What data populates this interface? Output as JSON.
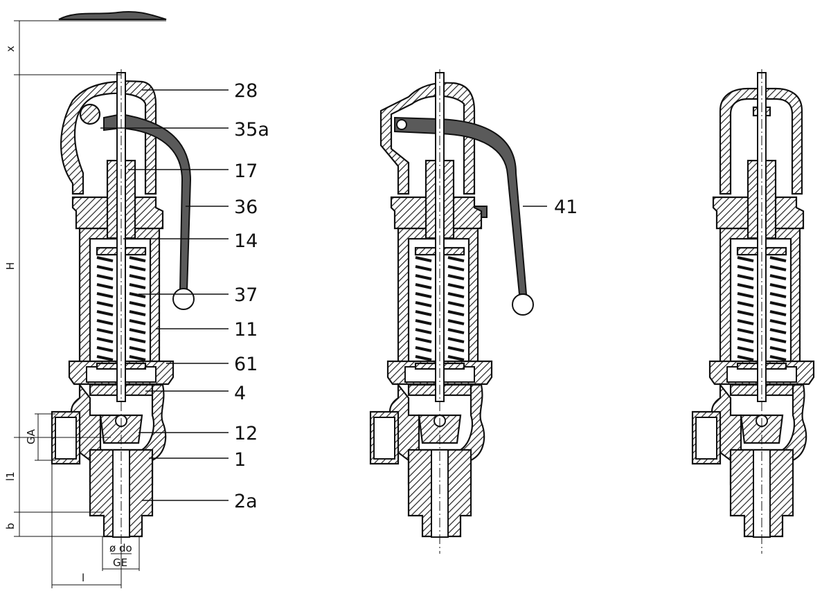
{
  "title": "Safety valve sectional drawings",
  "views": [
    {
      "name": "valve-with-lever-36"
    },
    {
      "name": "valve-with-lever-41"
    },
    {
      "name": "valve-closed-bonnet"
    }
  ],
  "part_labels": {
    "p28": "28",
    "p35a": "35a",
    "p17": "17",
    "p36": "36",
    "p14": "14",
    "p37": "37",
    "p11": "11",
    "p61": "61",
    "p4": "4",
    "p12": "12",
    "p1": "1",
    "p2a": "2a",
    "p41": "41"
  },
  "dimensions": {
    "x": "x",
    "H": "H",
    "GA": "GA",
    "l1": "l1",
    "b": "b",
    "do": "ø do",
    "GE": "GE",
    "l": "l"
  }
}
